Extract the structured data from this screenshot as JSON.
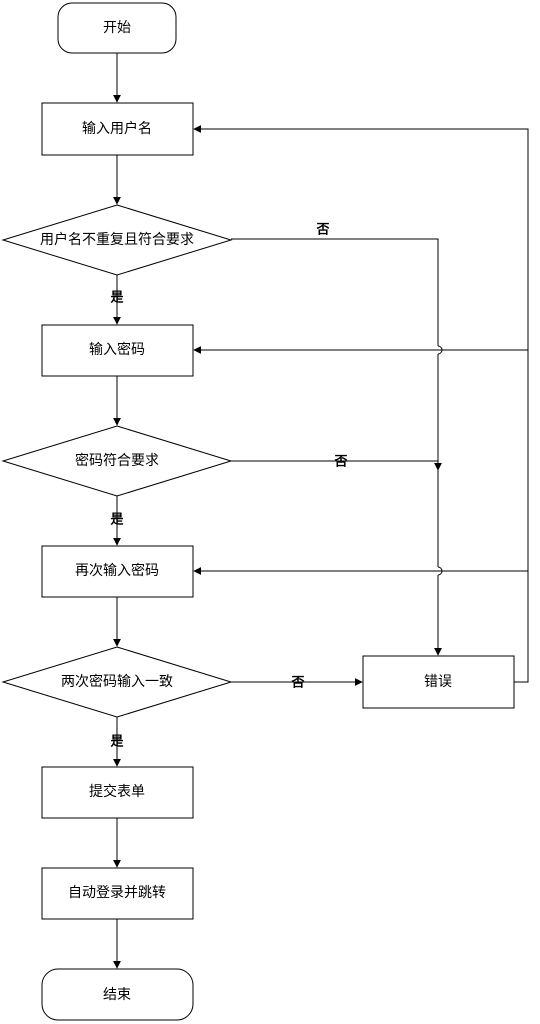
{
  "nodes": {
    "start": "开始",
    "input_username": "输入用户名",
    "check_username": "用户名不重复且符合要求",
    "input_password": "输入密码",
    "check_password": "密码符合要求",
    "reinput_password": "再次输入密码",
    "check_match": "两次密码输入一致",
    "error": "错误",
    "submit_form": "提交表单",
    "auto_login": "自动登录并跳转",
    "end": "结束"
  },
  "edges": {
    "yes": "是",
    "no": "否"
  }
}
